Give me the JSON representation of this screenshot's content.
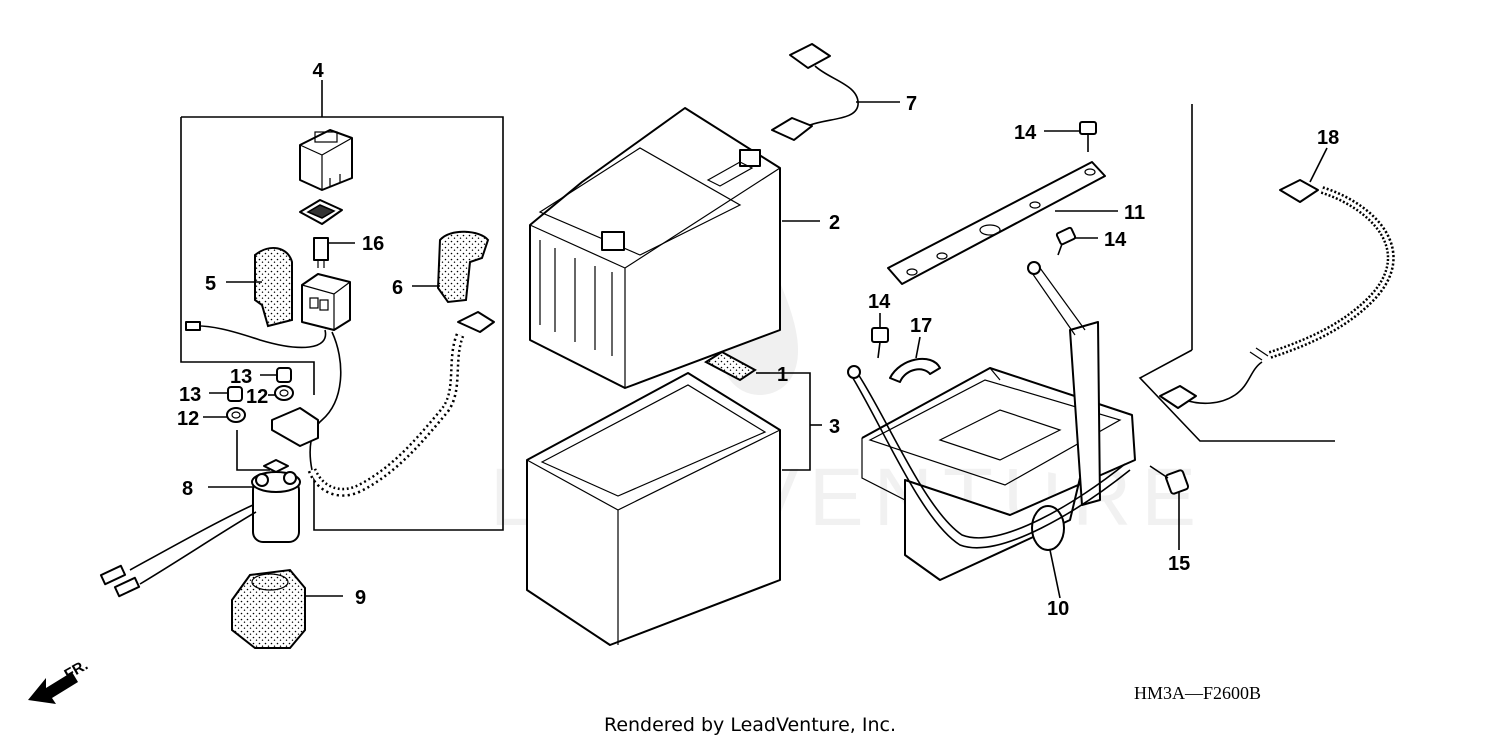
{
  "diagram_code": "HM3A—F2600B",
  "footer": "Rendered by LeadVenture, Inc.",
  "watermark": "LEADVENTURE",
  "front_marker": "FR.",
  "callouts": [
    "1",
    "2",
    "3",
    "4",
    "5",
    "6",
    "7",
    "8",
    "9",
    "10",
    "11",
    "12",
    "12",
    "13",
    "13",
    "14",
    "14",
    "14",
    "15",
    "16",
    "17",
    "18"
  ]
}
